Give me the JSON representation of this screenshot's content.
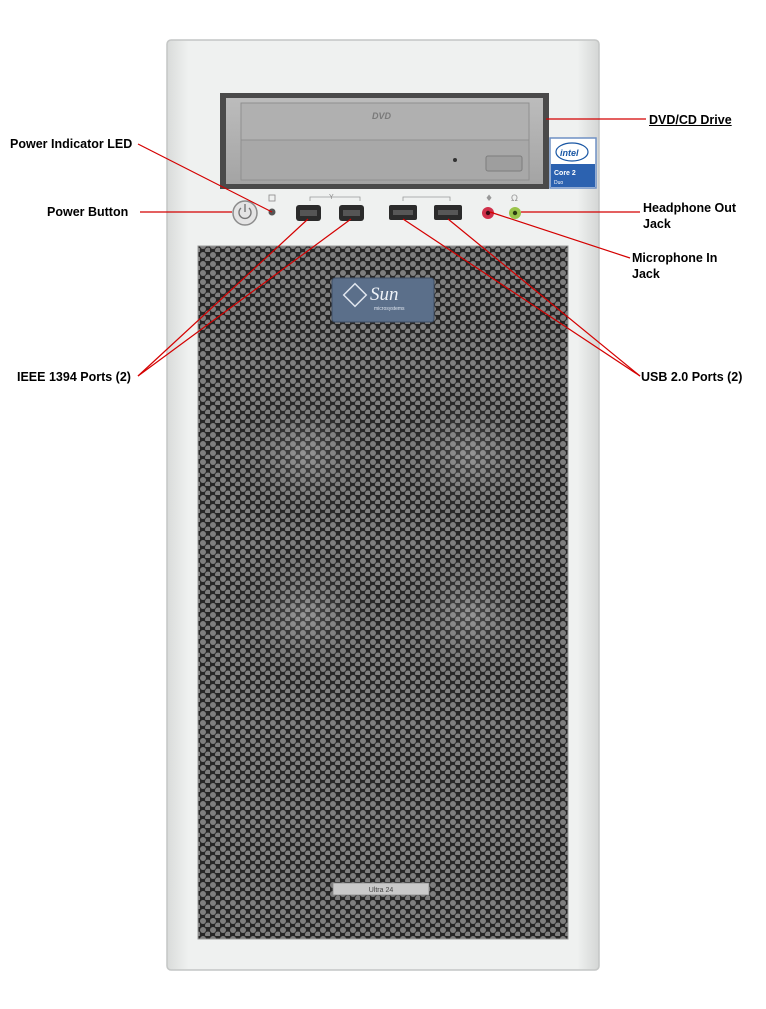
{
  "labels": {
    "power_indicator_led": "Power Indicator LED",
    "power_button": "Power Button",
    "ieee1394_ports": "IEEE 1394 Ports (2)",
    "dvd_cd_drive": "DVD/CD Drive",
    "headphone_out_jack_line1": "Headphone Out",
    "headphone_out_jack_line2": "Jack",
    "microphone_in_jack_line1": "Microphone In",
    "microphone_in_jack_line2": "Jack",
    "usb_ports": "USB 2.0 Ports (2)"
  },
  "device": {
    "drive_logo": "DVD",
    "brand_logo": "Sun",
    "brand_sub": "microsystems",
    "cpu_badge_line1": "intel",
    "cpu_badge_line2": "Core 2",
    "cpu_badge_line3": "Duo",
    "model_plate": "Ultra 24"
  },
  "colors": {
    "leader_line": "#d40000",
    "case_body": "#e9ebea",
    "mesh_dark": "#2a2a2a",
    "mesh_hole": "#8a8a8a",
    "port_body": "#2b2b2b",
    "mic_jack": "#d0304a",
    "headphone_jack": "#9ac34a",
    "sun_badge": "#5b6f8a",
    "intel_blue": "#1a57a4"
  }
}
